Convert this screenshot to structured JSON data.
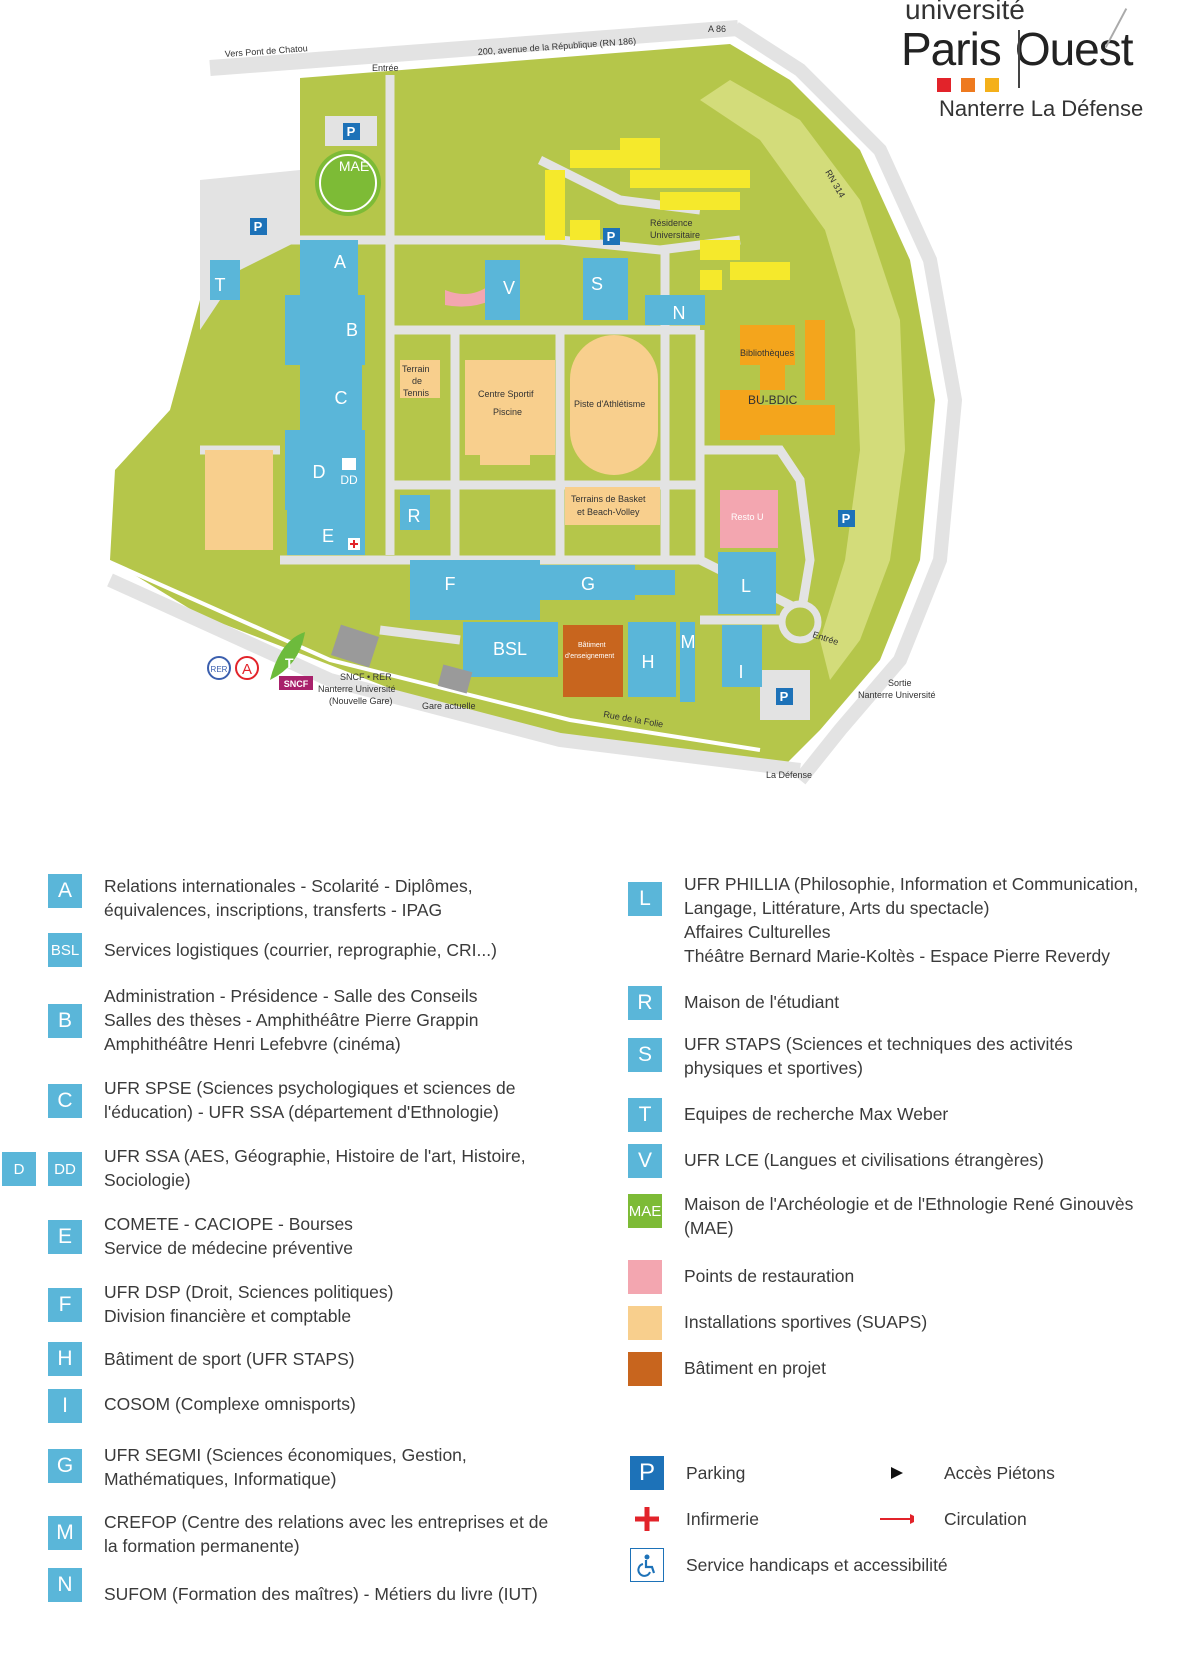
{
  "logo": {
    "line1": "université",
    "line2a": "Paris",
    "line2b": "Ouest",
    "line3": "Nanterre La Défense",
    "square_colors": [
      "#e2232a",
      "#ee7a1f",
      "#f4b01a"
    ]
  },
  "colors": {
    "green": "#b5c64a",
    "light_green": "#d3dc7a",
    "blue": "#5ab6d9",
    "yellow": "#f5e92c",
    "orange": "#f4a51c",
    "pink": "#f3a6b0",
    "sport": "#f8cf8d",
    "project": "#c8651e",
    "road": "#e3e3e3",
    "parking": "#1d72b8",
    "mae": "#7dbb36"
  },
  "map": {
    "labels": {
      "vers_pont": "Vers Pont de Chatou",
      "avenue": "200, avenue de la République (RN 186)",
      "a86": "A 86",
      "entree_top": "Entrée",
      "rn314": "RN 314",
      "residence_1": "Résidence",
      "residence_2": "Universitaire",
      "bibliotheques": "Bibliothèques",
      "bu_bdic": "BU-BDIC",
      "terrain_1": "Terrain",
      "terrain_2": "de",
      "terrain_3": "Tennis",
      "centre_sportif": "Centre Sportif",
      "piscine": "Piscine",
      "piste": "Piste d'Athlétisme",
      "basket_1": "Terrains de Basket",
      "basket_2": "et Beach-Volley",
      "resto": "Resto U",
      "batiment_1": "Bâtiment",
      "batiment_2": "d'enseignement",
      "entree_right": "Entrée",
      "sortie_1": "Sortie",
      "sortie_2": "Nanterre Université",
      "sncf_1": "SNCF • RER",
      "sncf_2": "Nanterre Université",
      "sncf_3": "(Nouvelle Gare)",
      "gare_actuelle": "Gare actuelle",
      "rue_folie": "Rue de la Folie",
      "la_defense": "La Défense",
      "rer": "RER",
      "a_line": "A",
      "tram": "T",
      "sncf": "SNCF"
    },
    "buildings": {
      "A": "A",
      "B": "B",
      "C": "C",
      "D": "D",
      "DD": "DD",
      "E": "E",
      "F": "F",
      "G": "G",
      "H": "H",
      "I": "I",
      "L": "L",
      "M": "M",
      "N": "N",
      "R": "R",
      "S": "S",
      "T": "T",
      "V": "V",
      "BSL": "BSL",
      "MAE": "MAE",
      "P": "P"
    }
  },
  "legend": {
    "left": [
      {
        "badge": "A",
        "text": "Relations internationales - Scolarité -  Diplômes,\néquivalences, inscriptions, transferts - IPAG"
      },
      {
        "badge": "BSL",
        "text": "Services logistiques (courrier, reprographie, CRI...)"
      },
      {
        "badge": "B",
        "text": "Administration - Présidence - Salle des Conseils\nSalles des thèses - Amphithéâtre Pierre Grappin\nAmphithéâtre Henri Lefebvre (cinéma)"
      },
      {
        "badge": "C",
        "text": "UFR SPSE (Sciences psychologiques et sciences de\nl'éducation) - UFR SSA (département d'Ethnologie)"
      },
      {
        "badge": "DD",
        "badge_extra": "D",
        "text": "UFR SSA (AES, Géographie, Histoire de l'art, Histoire,\nSociologie)"
      },
      {
        "badge": "E",
        "text": "COMETE - CACIOPE - Bourses\nService de médecine préventive"
      },
      {
        "badge": "F",
        "text": "UFR DSP (Droit, Sciences politiques)\nDivision financière et comptable"
      },
      {
        "badge": "H",
        "text": "Bâtiment de sport (UFR STAPS)"
      },
      {
        "badge": "I",
        "text": "COSOM (Complexe omnisports)"
      },
      {
        "badge": "G",
        "text": "UFR SEGMI (Sciences économiques, Gestion,\nMathématiques, Informatique)"
      },
      {
        "badge": "M",
        "text": "CREFOP (Centre des relations avec les entreprises et de\nla formation permanente)"
      },
      {
        "badge": "N",
        "text": "SUFOM (Formation des maîtres) - Métiers du livre (IUT)"
      }
    ],
    "right": [
      {
        "badge": "L",
        "text": "UFR PHILLIA (Philosophie, Information et Communication,\nLangage, Littérature, Arts du spectacle)\nAffaires Culturelles\nThéâtre Bernard Marie-Koltès - Espace Pierre Reverdy"
      },
      {
        "badge": "R",
        "text": "Maison de l'étudiant"
      },
      {
        "badge": "S",
        "text": "UFR STAPS (Sciences et techniques des activités\nphysiques et sportives)"
      },
      {
        "badge": "T",
        "text": "Equipes de recherche Max Weber"
      },
      {
        "badge": "V",
        "text": "UFR LCE (Langues et civilisations étrangères)"
      },
      {
        "badge": "MAE",
        "text": "Maison de l'Archéologie et de l'Ethnologie René Ginouvès\n(MAE)"
      }
    ],
    "colors": [
      {
        "swatch": "#f3a6b0",
        "text": "Points de restauration"
      },
      {
        "swatch": "#f8cf8d",
        "text": "Installations sportives (SUAPS)"
      },
      {
        "swatch": "#c8651e",
        "text": "Bâtiment en projet"
      }
    ],
    "symbols": {
      "parking_letter": "P",
      "parking": "Parking",
      "acces": "Accès Piétons",
      "infirmerie": "Infirmerie",
      "circulation": "Circulation",
      "handicap": "Service handicaps et accessibilité"
    }
  }
}
